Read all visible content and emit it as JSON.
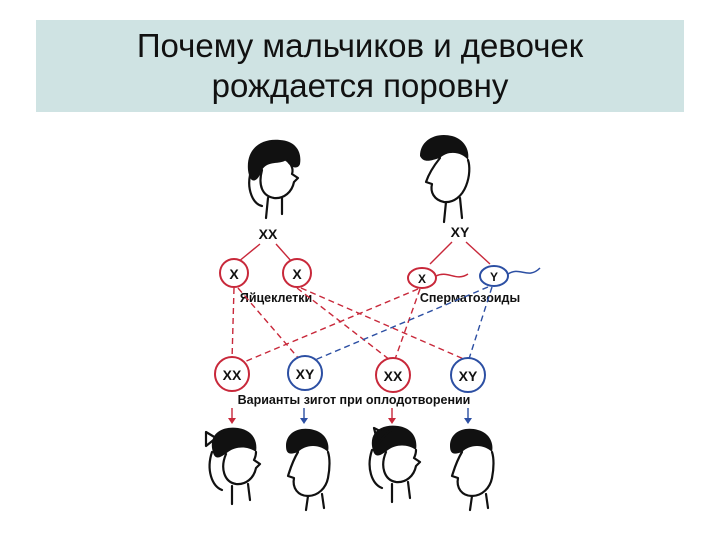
{
  "title": "Почему мальчиков и девочек\nрождается поровну",
  "diagram": {
    "parents": {
      "mother_label": "XX",
      "father_label": "XY"
    },
    "gametes": {
      "egg_1": "X",
      "egg_2": "X",
      "sperm_x": "X",
      "sperm_y": "Y",
      "eggs_caption": "Яйцеклетки",
      "sperm_caption": "Сперматозоиды"
    },
    "zygotes": {
      "z1": "XX",
      "z2": "XY",
      "z3": "XX",
      "z4": "XY",
      "caption": "Варианты зигот при оплодотворении"
    },
    "colors": {
      "female": "#c8283a",
      "male": "#2c4fa3",
      "title_band": "#cfe3e3",
      "ink": "#111111"
    }
  }
}
